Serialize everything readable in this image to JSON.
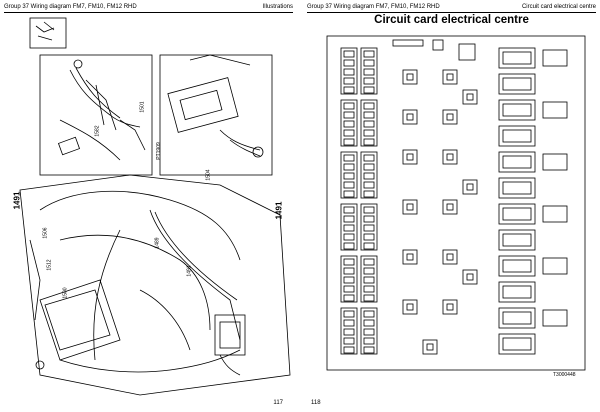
{
  "left_page": {
    "header_left": "Group 37 Wiring diagram FM7, FM10, FM12 RHD",
    "header_right": "Illustrations",
    "vertical_label_left": "1491",
    "vertical_label_right": "1491",
    "callout_labels": [
      "1582",
      "1506",
      "1512",
      "1500",
      "1501",
      "1489",
      "PT1909",
      "1504",
      "1491"
    ],
    "page_number": "117"
  },
  "right_page": {
    "header_left": "Group 37 Wiring diagram FM7, FM10, FM12 RHD",
    "header_right": "Circuit card electrical centre",
    "title": "Circuit card electrical centre",
    "page_number": "118",
    "stamp": "T3000448"
  },
  "colors": {
    "ink": "#000000",
    "paper": "#ffffff"
  }
}
